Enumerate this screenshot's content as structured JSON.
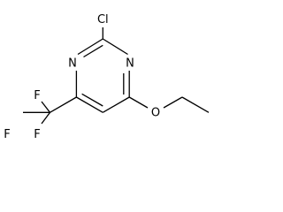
{
  "structure": {
    "atoms": {
      "chlorine": "Cl",
      "nitrogen_left": "N",
      "nitrogen_right": "N",
      "oxygen": "O",
      "fluorine_top": "F",
      "fluorine_left": "F",
      "fluorine_bottom": "F"
    }
  }
}
